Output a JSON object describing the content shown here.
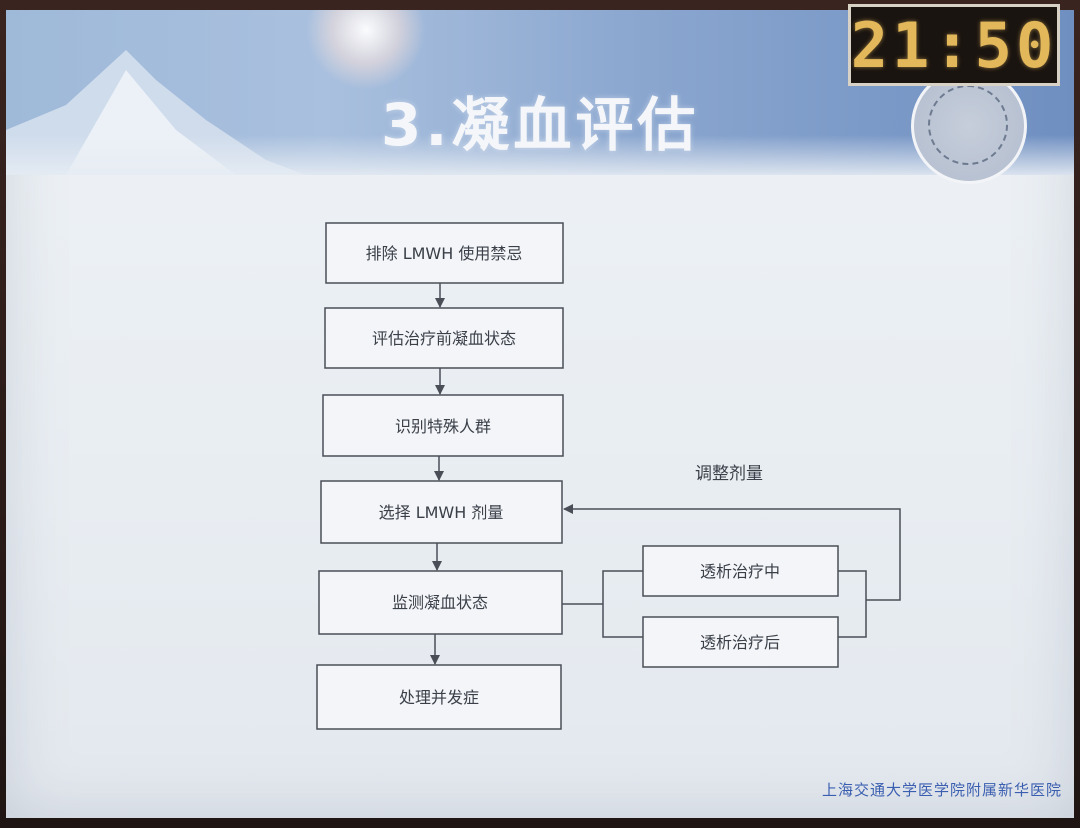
{
  "slide": {
    "title": "3.凝血评估",
    "footer": "上海交通大学医学院附属新华医院"
  },
  "clock": {
    "time": "21:50"
  },
  "flowchart": {
    "steps": [
      "排除 LMWH 使用禁忌",
      "评估治疗前凝血状态",
      "识别特殊人群",
      "选择 LMWH 剂量",
      "监测凝血状态",
      "处理并发症"
    ],
    "branches": [
      "透析治疗中",
      "透析治疗后"
    ],
    "feedback_label": "调整剂量"
  },
  "colors": {
    "box_stroke": "#4a4e57",
    "text": "#3a3f48",
    "title": "#f4f6fa",
    "footer": "#3b5fb0",
    "clock_digits": "#e3b85a"
  }
}
